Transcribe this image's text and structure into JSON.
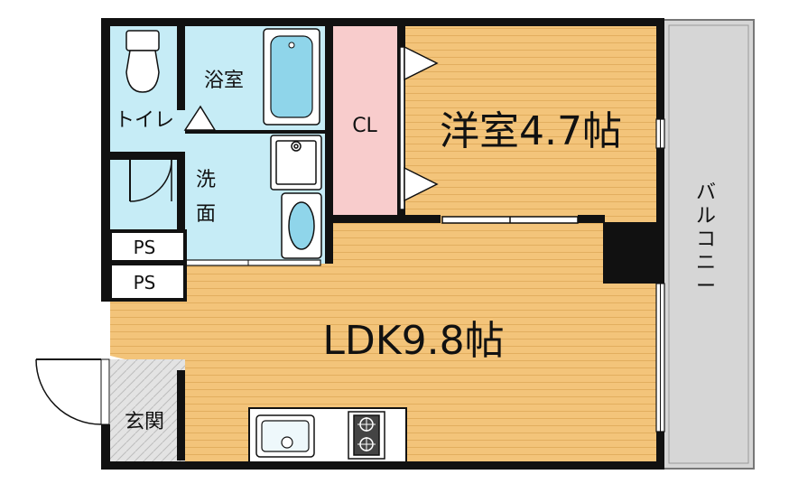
{
  "rooms": {
    "western": {
      "label": "洋室4.7帖"
    },
    "ldk": {
      "label": "LDK9.8帖"
    },
    "closet": {
      "label": "CL"
    },
    "bath": {
      "label": "浴室"
    },
    "toilet": {
      "label": "トイレ"
    },
    "wash_top": {
      "label": "洗"
    },
    "wash_bottom": {
      "label": "面"
    },
    "ps1": {
      "label": "PS"
    },
    "ps2": {
      "label": "PS"
    },
    "entrance": {
      "label": "玄関"
    },
    "balcony_chars": [
      "バ",
      "ル",
      "コ",
      "ニ",
      "ー"
    ]
  },
  "colors": {
    "wall": "#111111",
    "wood": "#f3c47a",
    "wood_line": "#e0ac5c",
    "wet_area": "#c6ecf6",
    "closet": "#f8cccc",
    "balcony": "#d8d8d8",
    "entrance_tile": "#dddddd",
    "fixture": "#8fd5ea"
  }
}
